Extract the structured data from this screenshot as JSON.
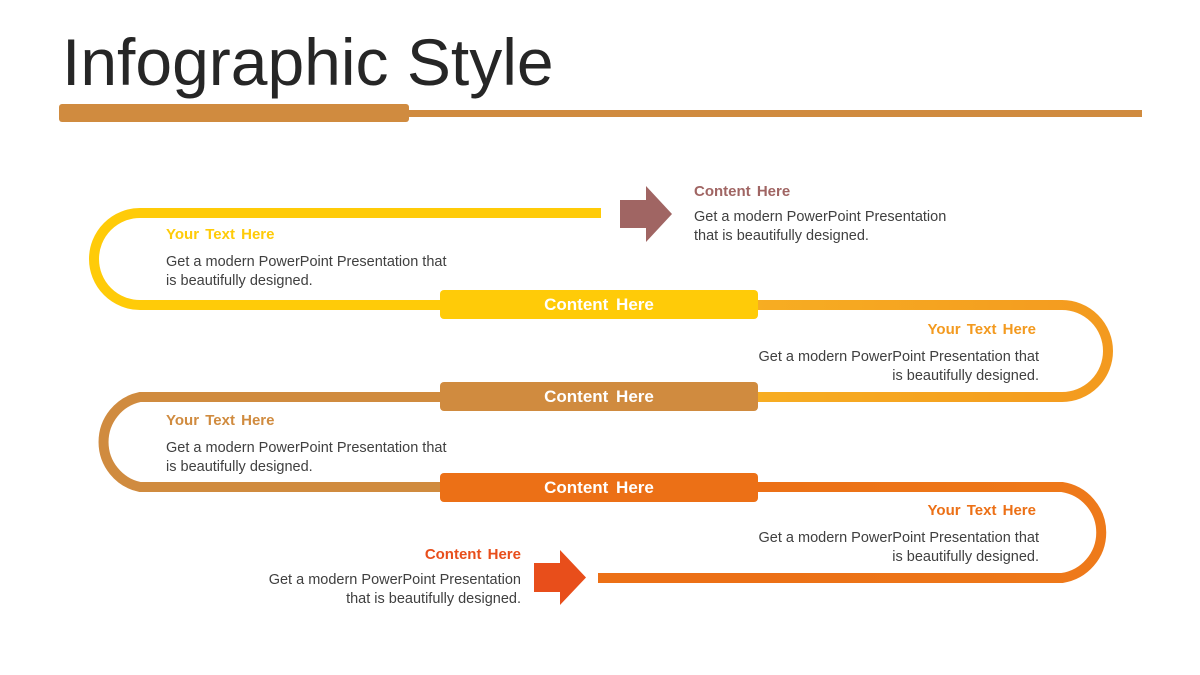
{
  "header": {
    "title": "Infographic Style"
  },
  "colors": {
    "yellow": "#ffcb08",
    "orange_light": "#f39a1f",
    "tan": "#d08b3f",
    "orange": "#ec7016",
    "mauve": "#a06563",
    "red_orange": "#e84e1b",
    "text_dark": "#404040"
  },
  "pills": [
    {
      "label": "Content  Here"
    },
    {
      "label": "Content  Here"
    },
    {
      "label": "Content  Here"
    }
  ],
  "blocks": [
    {
      "heading": "Content  Here",
      "body": [
        "Get a modern PowerPoint  Presentation",
        "that is beautifully designed."
      ]
    },
    {
      "heading": "Your Text Here",
      "body": [
        "Get a modern PowerPoint  Presentation that",
        "is beautifully designed."
      ]
    },
    {
      "heading": "Your Text Here",
      "body": [
        "Get a modern PowerPoint  Presentation that",
        "is beautifully designed."
      ]
    },
    {
      "heading": "Your Text Here",
      "body": [
        "Get a modern PowerPoint  Presentation that",
        "is beautifully designed."
      ]
    },
    {
      "heading": "Your Text Here",
      "body": [
        "Get a modern PowerPoint  Presentation that",
        "is beautifully designed."
      ]
    },
    {
      "heading": "Content  Here",
      "body": [
        "Get a modern PowerPoint  Presentation",
        "that is beautifully designed."
      ]
    }
  ],
  "icons": {
    "start_arrow": "arrow-right-icon",
    "end_arrow": "arrow-right-icon"
  }
}
